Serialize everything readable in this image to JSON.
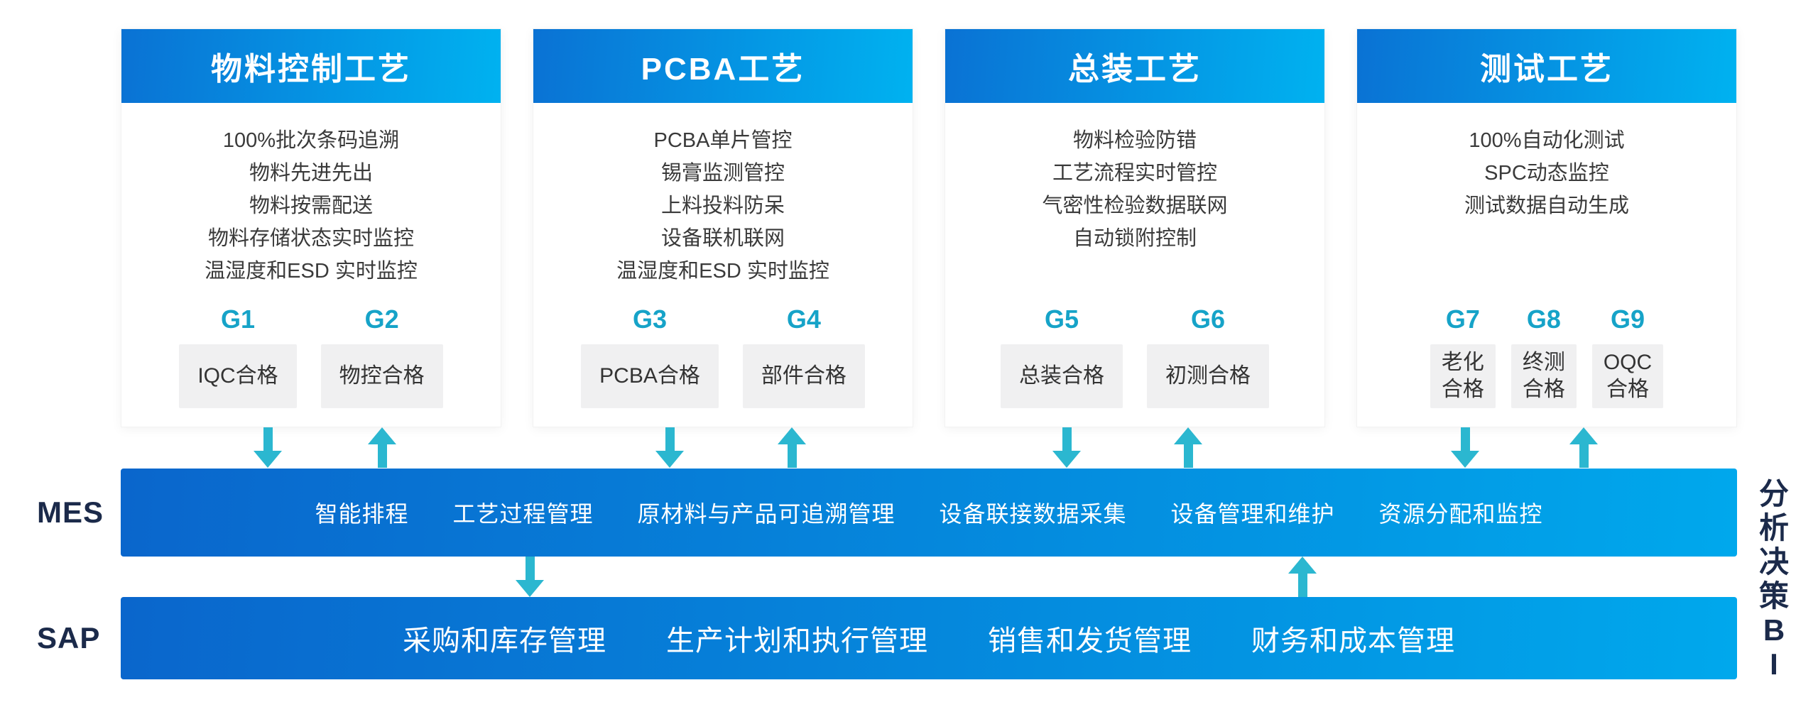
{
  "columns": [
    {
      "title": "物料控制工艺",
      "items": [
        "100%批次条码追溯",
        "物料先进先出",
        "物料按需配送",
        "物料存储状态实时监控",
        "温湿度和ESD 实时监控"
      ],
      "gates": [
        {
          "code": "G1",
          "label": "IQC合格"
        },
        {
          "code": "G2",
          "label": "物控合格"
        }
      ]
    },
    {
      "title": "PCBA工艺",
      "items": [
        "PCBA单片管控",
        "锡膏监测管控",
        "上料投料防呆",
        "设备联机联网",
        "温湿度和ESD 实时监控"
      ],
      "gates": [
        {
          "code": "G3",
          "label": "PCBA合格"
        },
        {
          "code": "G4",
          "label": "部件合格"
        }
      ]
    },
    {
      "title": "总装工艺",
      "items": [
        "物料检验防错",
        "工艺流程实时管控",
        "气密性检验数据联网",
        "自动锁附控制"
      ],
      "gates": [
        {
          "code": "G5",
          "label": "总装合格"
        },
        {
          "code": "G6",
          "label": "初测合格"
        }
      ]
    },
    {
      "title": "测试工艺",
      "items": [
        "100%自动化测试",
        "SPC动态监控",
        "测试数据自动生成"
      ],
      "gates": [
        {
          "code": "G7",
          "label": "老化\n合格"
        },
        {
          "code": "G8",
          "label": "终测\n合格"
        },
        {
          "code": "G9",
          "label": "OQC\n合格"
        }
      ]
    }
  ],
  "mes": {
    "label": "MES",
    "items": [
      "智能排程",
      "工艺过程管理",
      "原材料与产品可追溯管理",
      "设备联接数据采集",
      "设备管理和维护",
      "资源分配和监控"
    ]
  },
  "sap": {
    "label": "SAP",
    "items": [
      "采购和库存管理",
      "生产计划和执行管理",
      "销售和发货管理",
      "财务和成本管理"
    ]
  },
  "bi": {
    "label": "分\n析\n决\n策\nB\nI"
  },
  "colors": {
    "bar_gradient_start": "#0a66cc",
    "bar_gradient_end": "#00a8ec",
    "header_gradient_start": "#0a72d4",
    "header_gradient_end": "#00b2f0",
    "arrow_teal": "#2bb7d0",
    "gate_code_teal": "#16a3c8",
    "gate_box_bg": "#f0f0f1",
    "side_label_navy": "#1b2a4a"
  }
}
